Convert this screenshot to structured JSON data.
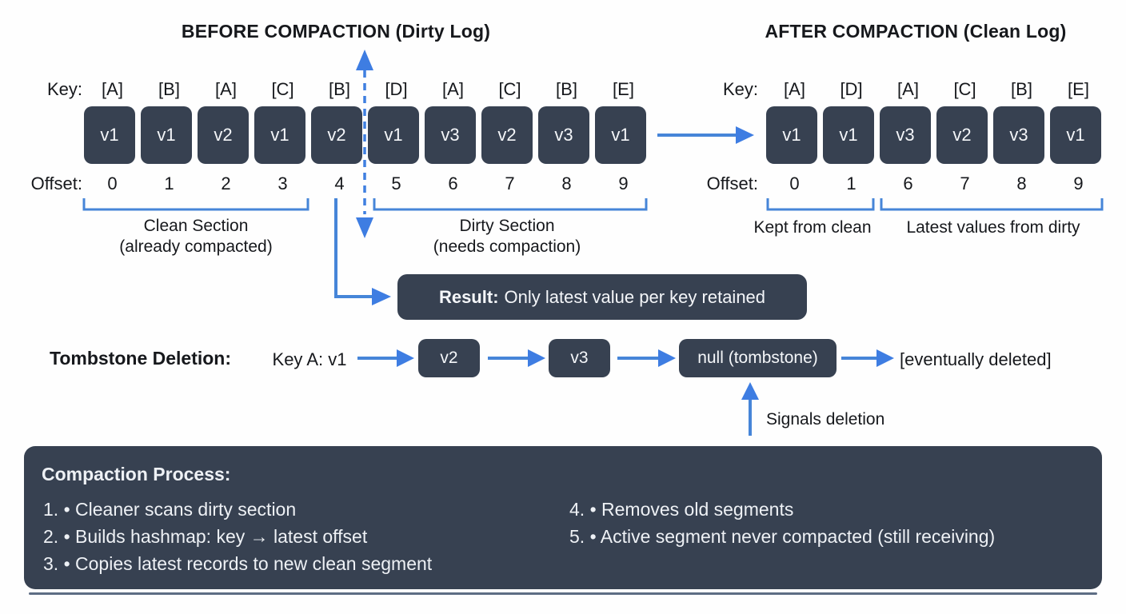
{
  "titles": {
    "before": "BEFORE COMPACTION (Dirty Log)",
    "after": "AFTER COMPACTION (Clean Log)"
  },
  "labels": {
    "key": "Key:",
    "offset": "Offset:"
  },
  "before": {
    "keys": [
      "[A]",
      "[B]",
      "[A]",
      "[C]",
      "[B]",
      "[D]",
      "[A]",
      "[C]",
      "[B]",
      "[E]"
    ],
    "values": [
      "v1",
      "v1",
      "v2",
      "v1",
      "v2",
      "v1",
      "v3",
      "v2",
      "v3",
      "v1"
    ],
    "offsets": [
      "0",
      "1",
      "2",
      "3",
      "4",
      "5",
      "6",
      "7",
      "8",
      "9"
    ],
    "sections": {
      "clean_line1": "Clean Section",
      "clean_line2": "(already compacted)",
      "dirty_line1": "Dirty Section",
      "dirty_line2": "(needs compaction)"
    }
  },
  "after": {
    "keys": [
      "[A]",
      "[D]",
      "[A]",
      "[C]",
      "[B]",
      "[E]"
    ],
    "values": [
      "v1",
      "v1",
      "v3",
      "v2",
      "v3",
      "v1"
    ],
    "offsets": [
      "0",
      "1",
      "6",
      "7",
      "8",
      "9"
    ],
    "sections": {
      "kept": "Kept from clean",
      "latest": "Latest values from dirty"
    }
  },
  "result": {
    "prefix": "Result:",
    "text": "Only latest value per key retained"
  },
  "tombstone": {
    "title": "Tombstone Deletion:",
    "start": "Key A: v1",
    "steps": [
      "v2",
      "v3",
      "null (tombstone)"
    ],
    "end": "[eventually deleted]",
    "signal": "Signals deletion"
  },
  "process": {
    "title": "Compaction Process:",
    "left": [
      "1. • Cleaner scans dirty section",
      "2. • Builds hashmap: key → latest offset",
      "3. • Copies latest records to new clean segment"
    ],
    "right": [
      "4. • Removes old segments",
      "5. • Active segment never compacted (still receiving)"
    ]
  },
  "colors": {
    "accent_blue": "#4685d8",
    "arrowhead_blue": "#3e7de2",
    "box_dark": "#374151",
    "background": "#fefefe",
    "text_dark": "#16181c",
    "text_light": "#f4f6f9"
  }
}
